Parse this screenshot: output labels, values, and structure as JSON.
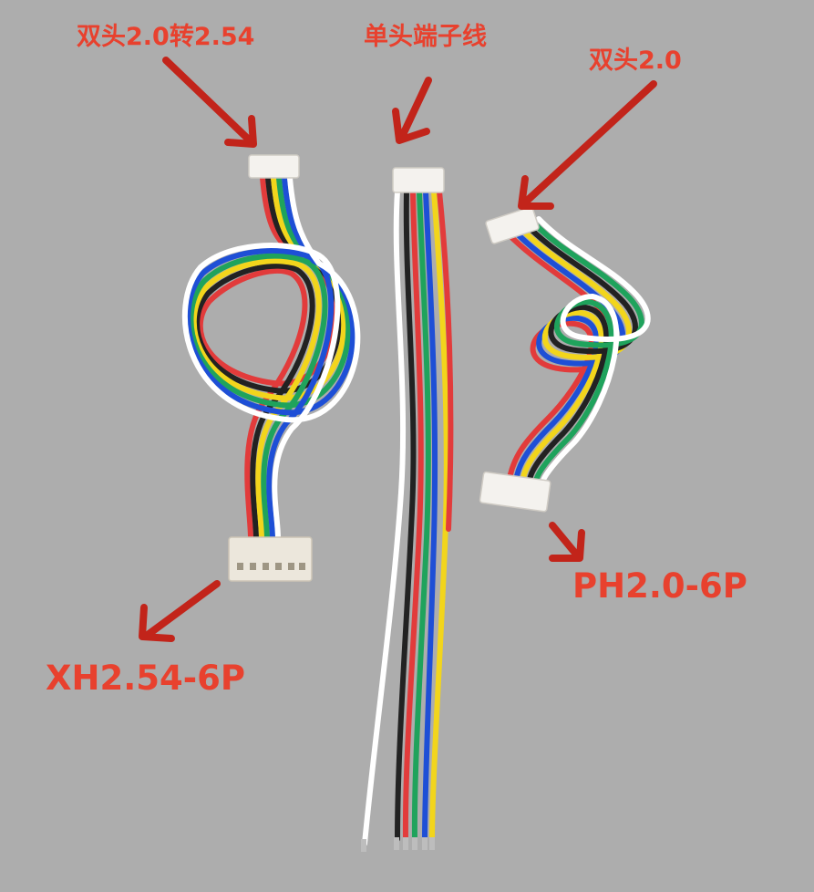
{
  "labels": {
    "top_left": "双头2.0转2.54",
    "top_center": "单头端子线",
    "top_right": "双头2.0",
    "bottom_left": "XH2.54-6P",
    "bottom_right": "PH2.0-6P"
  },
  "colors": {
    "background": "#adadad",
    "annotation": "#e8412e",
    "arrow": "#c2241a"
  },
  "wire_colors": [
    "#ffffff",
    "#1e4fd6",
    "#1fa35c",
    "#f2d51c",
    "#222222",
    "#e23b3b"
  ]
}
